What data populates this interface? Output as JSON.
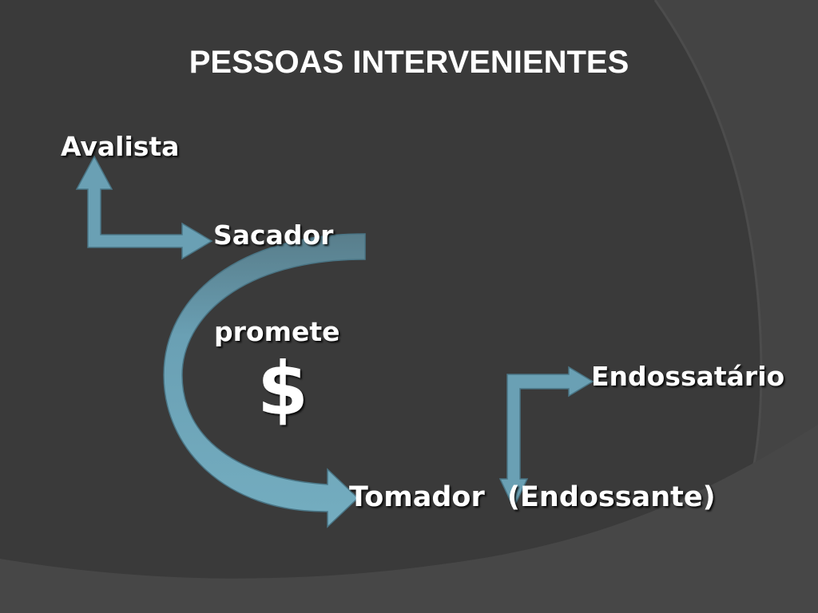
{
  "slide": {
    "title": "PESSOAS INTERVENIENTES",
    "background_color": "#3a3a3a",
    "arrow_color": "#6aa0b4"
  },
  "diagram": {
    "nodes": {
      "avalista": "Avalista",
      "sacador": "Sacador",
      "promete": "promete",
      "dollar": "$",
      "endossatario": "Endossatário",
      "tomador": "Tomador",
      "endossante": "(Endossante)"
    },
    "edges": [
      {
        "from": "sacador",
        "to": "avalista"
      },
      {
        "from": "sacador",
        "to": "tomador"
      },
      {
        "from": "endossante",
        "to": "endossatario"
      }
    ]
  }
}
